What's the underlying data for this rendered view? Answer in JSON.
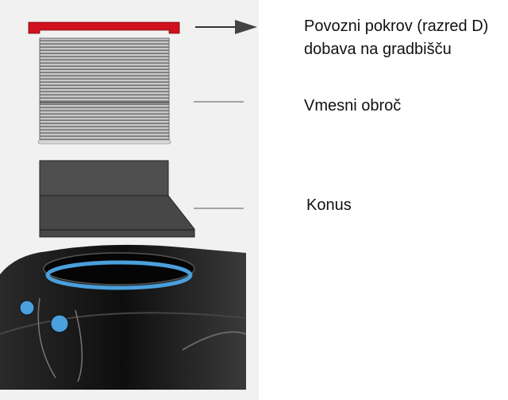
{
  "labels": {
    "cover_line1": "Povozni pokrov (razred D)",
    "cover_line2": "dobava na gradbišču",
    "ring": "Vmesni obroč",
    "cone": "Konus"
  },
  "colors": {
    "cover": "#d0101c",
    "seal": "#4a9fdc",
    "tank": "#151515",
    "cone": "#4a4a4a",
    "ring": "#9a9a9a"
  }
}
